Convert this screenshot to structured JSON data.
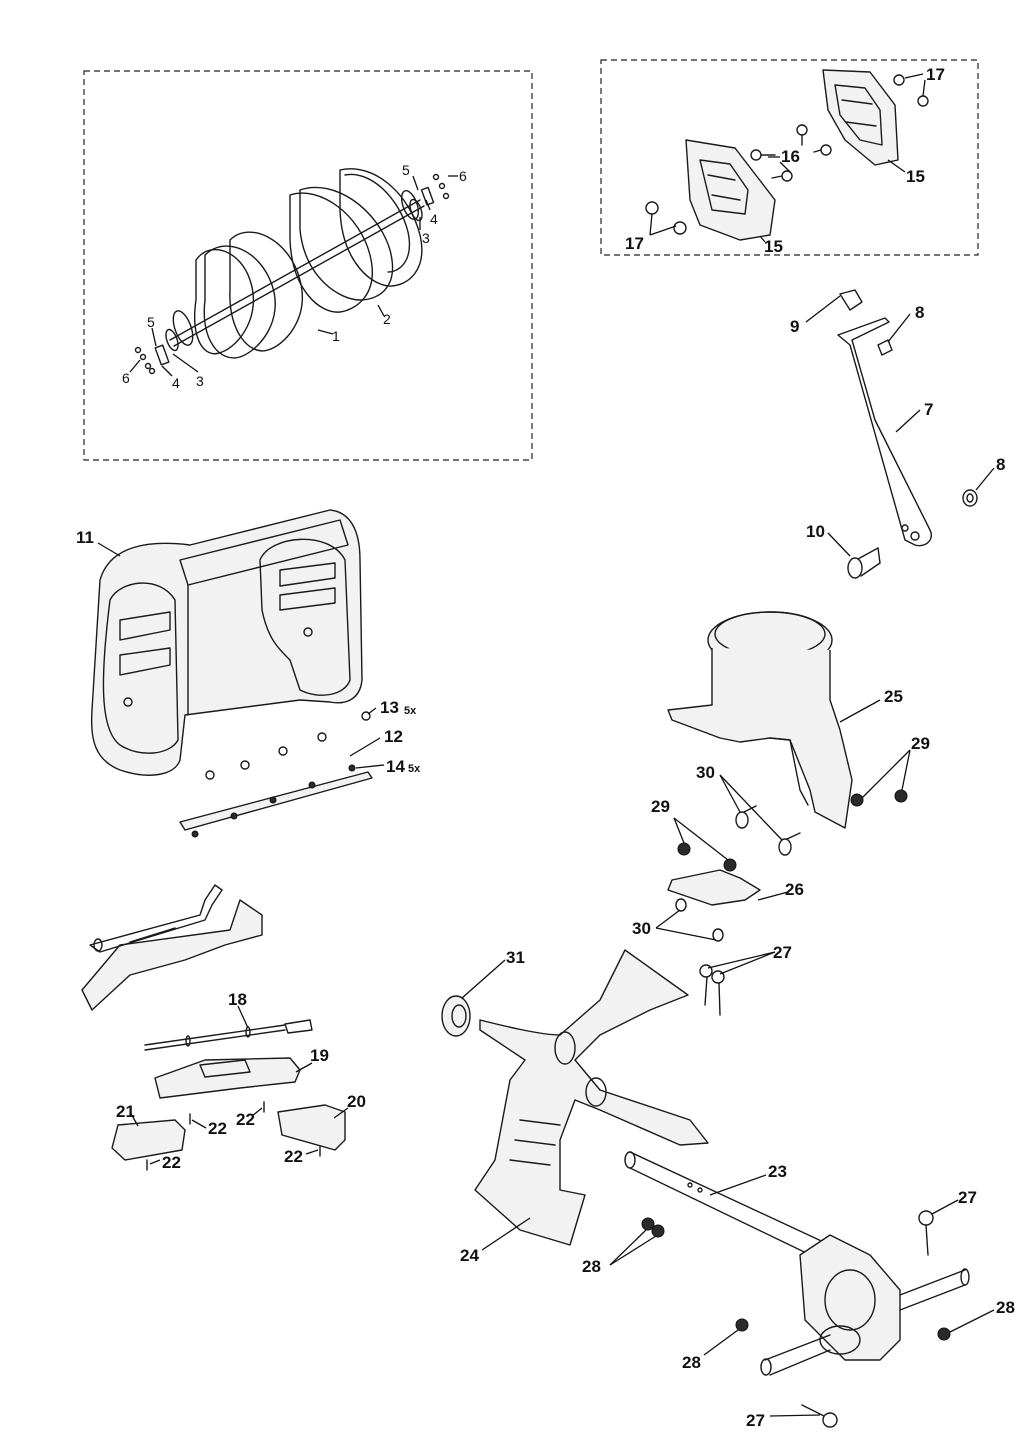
{
  "callouts": {
    "c1": "1",
    "c2": "2",
    "c3a": "3",
    "c3b": "3",
    "c4a": "4",
    "c4b": "4",
    "c5a": "5",
    "c5b": "5",
    "c6a": "6",
    "c6b": "6",
    "c7": "7",
    "c8a": "8",
    "c8b": "8",
    "c9": "9",
    "c10": "10",
    "c11": "11",
    "c12": "12",
    "c13": "13",
    "c13qty": "5x",
    "c14": "14",
    "c14qty": "5x",
    "c15a": "15",
    "c15b": "15",
    "c16": "16",
    "c17a": "17",
    "c17b": "17",
    "c18": "18",
    "c19": "19",
    "c20": "20",
    "c21": "21",
    "c22a": "22",
    "c22b": "22",
    "c22c": "22",
    "c23": "23",
    "c24": "24",
    "c25": "25",
    "c26": "26",
    "c27a": "27",
    "c27b": "27",
    "c27c": "27",
    "c28a": "28",
    "c28b": "28",
    "c28c": "28",
    "c29a": "29",
    "c29b": "29",
    "c30a": "30",
    "c30b": "30",
    "c31": "31"
  }
}
